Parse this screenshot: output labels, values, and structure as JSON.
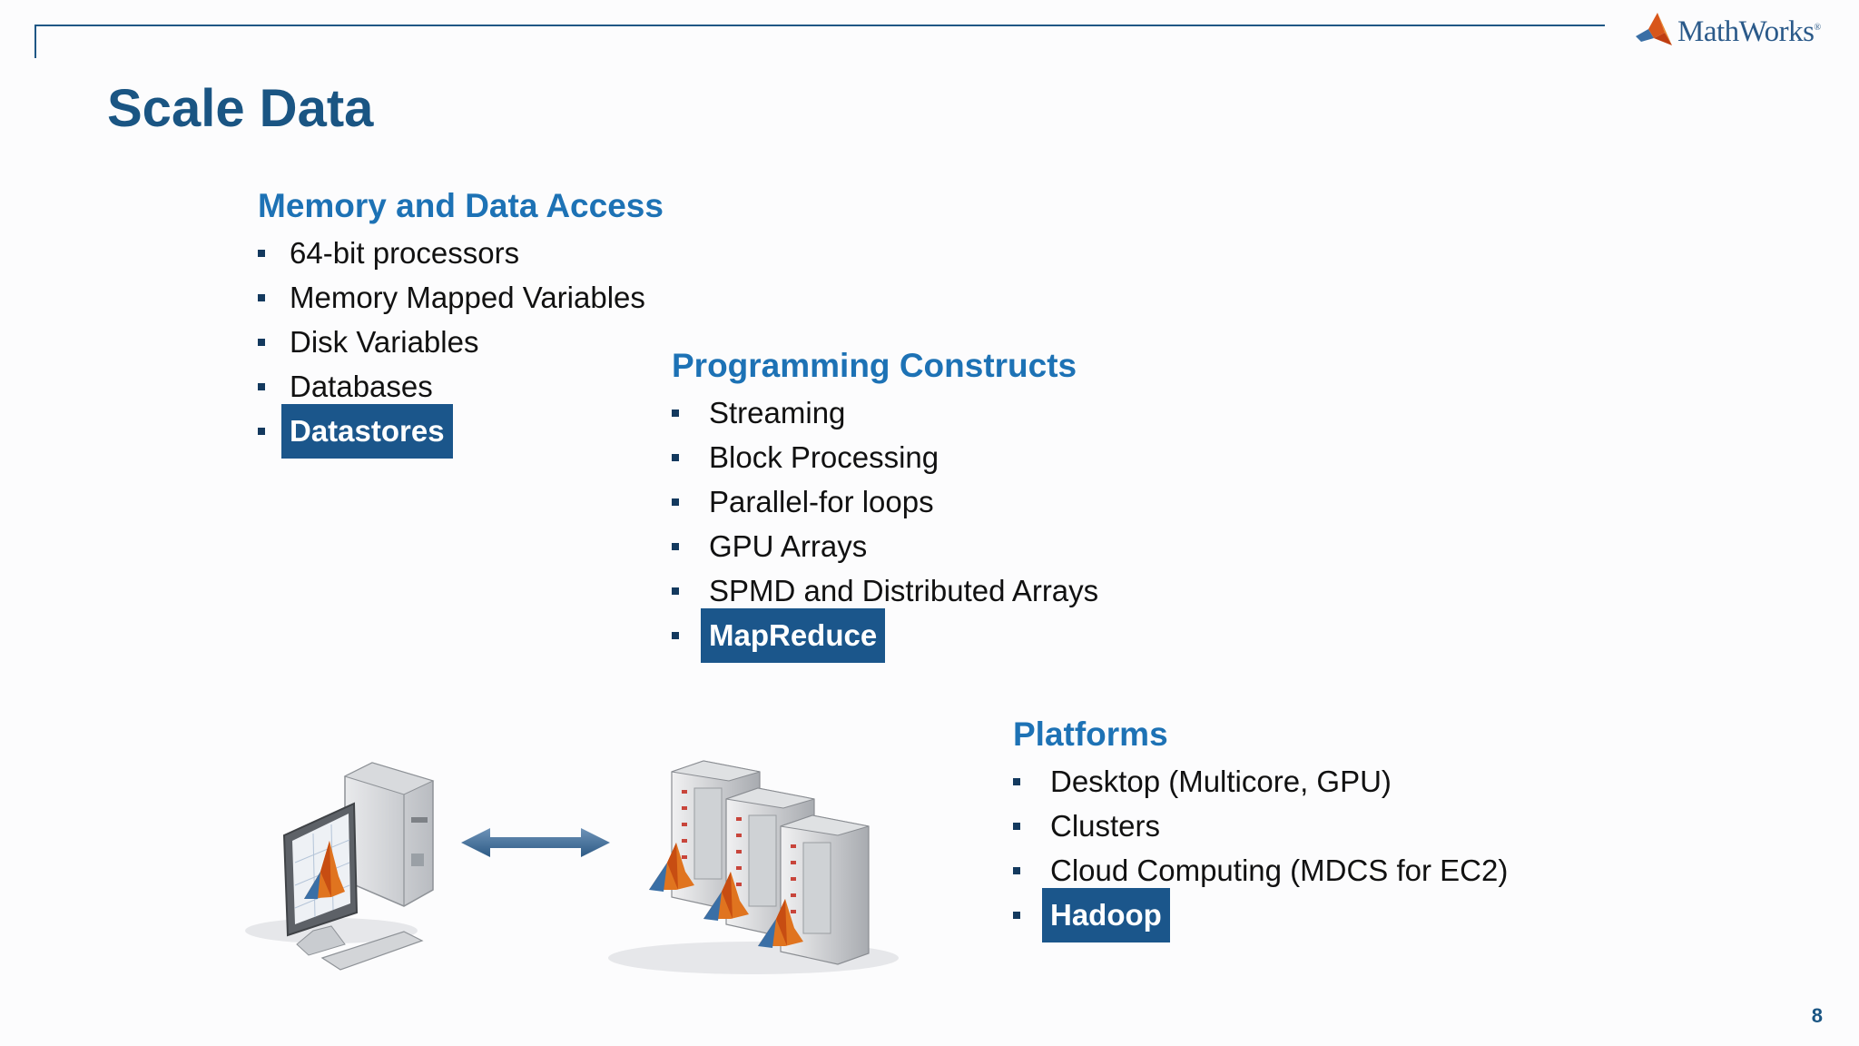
{
  "logo": {
    "text": "MathWorks",
    "mark": "®",
    "icon": "matlab-membrane-icon"
  },
  "title": "Scale Data",
  "sections": {
    "memory": {
      "heading": "Memory and Data Access",
      "items": [
        "64-bit processors",
        "Memory Mapped Variables",
        "Disk Variables",
        "Databases",
        "Datastores"
      ],
      "highlighted": "Datastores"
    },
    "programming": {
      "heading": "Programming Constructs",
      "items": [
        "Streaming",
        "Block Processing",
        "Parallel-for loops",
        "GPU Arrays",
        "SPMD and Distributed Arrays",
        "MapReduce"
      ],
      "highlighted": "MapReduce"
    },
    "platforms": {
      "heading": "Platforms",
      "items": [
        "Desktop (Multicore, GPU)",
        "Clusters",
        "Cloud Computing (MDCS for EC2)",
        "Hadoop"
      ],
      "highlighted": "Hadoop"
    }
  },
  "illustration": {
    "left": "desktop-computer-icon",
    "middle": "double-arrow-icon",
    "right": "server-cluster-icon"
  },
  "page_number": "8",
  "colors": {
    "title": "#1a5583",
    "heading": "#1d72b5",
    "highlight_bg": "#1b568b",
    "rule": "#1f5785"
  }
}
